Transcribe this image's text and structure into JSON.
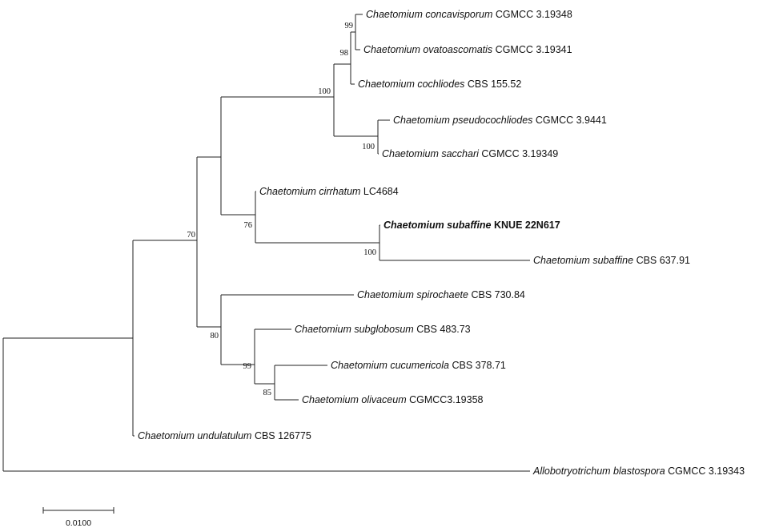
{
  "taxa": [
    {
      "id": "concavisporum",
      "genus": "Chaetomium concavisporum",
      "strain": "CGMCC 3.19348",
      "bold": false
    },
    {
      "id": "ovatoascomatis",
      "genus": "Chaetomium ovatoascomatis",
      "strain": "CGMCC 3.19341",
      "bold": false
    },
    {
      "id": "cochliodes",
      "genus": "Chaetomium cochliodes",
      "strain": "CBS 155.52",
      "bold": false
    },
    {
      "id": "pseudocochliodes",
      "genus": "Chaetomium pseudocochliodes",
      "strain": "CGMCC 3.9441",
      "bold": false
    },
    {
      "id": "sacchari",
      "genus": "Chaetomium sacchari",
      "strain": "CGMCC 3.19349",
      "bold": false
    },
    {
      "id": "cirrhatum",
      "genus": "Chaetomium cirrhatum",
      "strain": "LC4684",
      "bold": false
    },
    {
      "id": "subaffine-knue",
      "genus": "Chaetomium subaffine",
      "strain": "KNUE 22N617",
      "bold": true
    },
    {
      "id": "subaffine-cbs",
      "genus": "Chaetomium subaffine",
      "strain": "CBS 637.91",
      "bold": false
    },
    {
      "id": "spirochaete",
      "genus": "Chaetomium spirochaete",
      "strain": "CBS 730.84",
      "bold": false
    },
    {
      "id": "subglobosum",
      "genus": "Chaetomium subglobosum",
      "strain": "CBS 483.73",
      "bold": false
    },
    {
      "id": "cucumericola",
      "genus": "Chaetomium cucumericola",
      "strain": "CBS 378.71",
      "bold": false
    },
    {
      "id": "olivaceum",
      "genus": "Chaetomium olivaceum",
      "strain": "CGMCC3.19358",
      "bold": false
    },
    {
      "id": "undulatulum",
      "genus": "Chaetomium undulatulum",
      "strain": "CBS 126775",
      "bold": false
    },
    {
      "id": "blastospora",
      "genus": "Allobotryotrichum blastospora",
      "strain": "CGMCC 3.19343",
      "bold": false
    }
  ],
  "bootstrap": [
    {
      "id": "bs-99-top",
      "value": "99"
    },
    {
      "id": "bs-98",
      "value": "98"
    },
    {
      "id": "bs-100-upper",
      "value": "100"
    },
    {
      "id": "bs-100-sacchari",
      "value": "100"
    },
    {
      "id": "bs-76",
      "value": "76"
    },
    {
      "id": "bs-100-subaffine",
      "value": "100"
    },
    {
      "id": "bs-70",
      "value": "70"
    },
    {
      "id": "bs-80",
      "value": "80"
    },
    {
      "id": "bs-99-lower",
      "value": "99"
    },
    {
      "id": "bs-85",
      "value": "85"
    }
  ],
  "scale_bar": {
    "label": "0.0100"
  }
}
